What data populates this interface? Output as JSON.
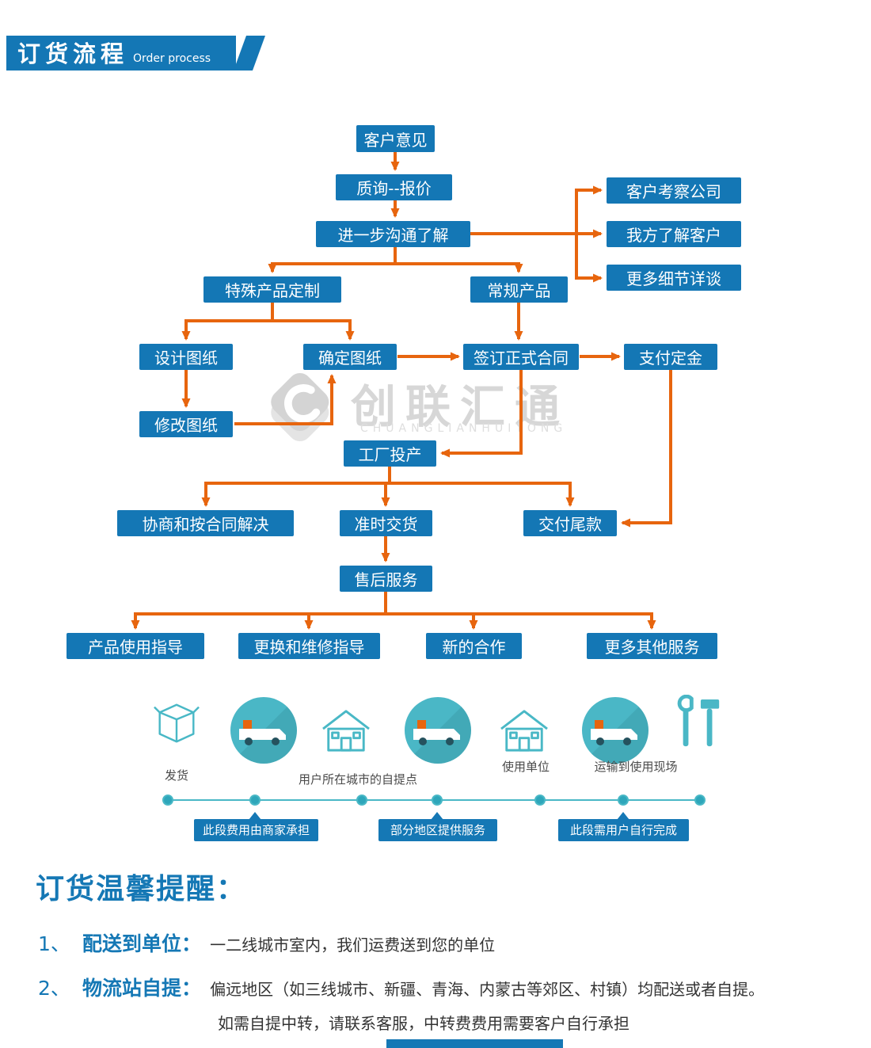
{
  "colors": {
    "blue": "#1477b5",
    "orange": "#e7650e",
    "teal": "#49b8c6",
    "watermark_gray": "#d7d7d7",
    "text_dark": "#333333"
  },
  "header": {
    "title": "订货流程",
    "subtitle": "Order process"
  },
  "flowchart": {
    "nodes": [
      {
        "label": "客户意见"
      },
      {
        "label": "质询--报价"
      },
      {
        "label": "进一步沟通了解"
      },
      {
        "label": "客户考察公司"
      },
      {
        "label": "我方了解客户"
      },
      {
        "label": "更多细节详谈"
      },
      {
        "label": "特殊产品定制"
      },
      {
        "label": "常规产品"
      },
      {
        "label": "设计图纸"
      },
      {
        "label": "确定图纸"
      },
      {
        "label": "签订正式合同"
      },
      {
        "label": "支付定金"
      },
      {
        "label": "修改图纸"
      },
      {
        "label": "工厂投产"
      },
      {
        "label": "协商和按合同解决"
      },
      {
        "label": "准时交货"
      },
      {
        "label": "交付尾款"
      },
      {
        "label": "售后服务"
      },
      {
        "label": "产品使用指导"
      },
      {
        "label": "更换和维修指导"
      },
      {
        "label": "新的合作"
      },
      {
        "label": "更多其他服务"
      }
    ]
  },
  "watermark": {
    "brand": "创联汇通",
    "brand_en": "CHUANGLIANHUITONG"
  },
  "logistics": {
    "stations": [
      {
        "label": "发货"
      },
      {
        "label": "用户所在城市的自提点"
      },
      {
        "label": "使用单位"
      },
      {
        "label": "运输到使用现场"
      }
    ],
    "callouts": [
      {
        "label": "此段费用由商家承担"
      },
      {
        "label": "部分地区提供服务"
      },
      {
        "label": "此段需用户自行完成"
      }
    ]
  },
  "reminder": {
    "title": "订货温馨提醒：",
    "items": [
      {
        "num": "1、",
        "term": "配送到单位：",
        "text": "一二线城市室内，我们运费送到您的单位"
      },
      {
        "num": "2、",
        "term": "物流站自提：",
        "text": "偏远地区（如三线城市、新疆、青海、内蒙古等郊区、村镇）均配送或者自提。"
      }
    ],
    "note": "如需自提中转，请联系客服，中转费费用需要客户自行承担"
  }
}
